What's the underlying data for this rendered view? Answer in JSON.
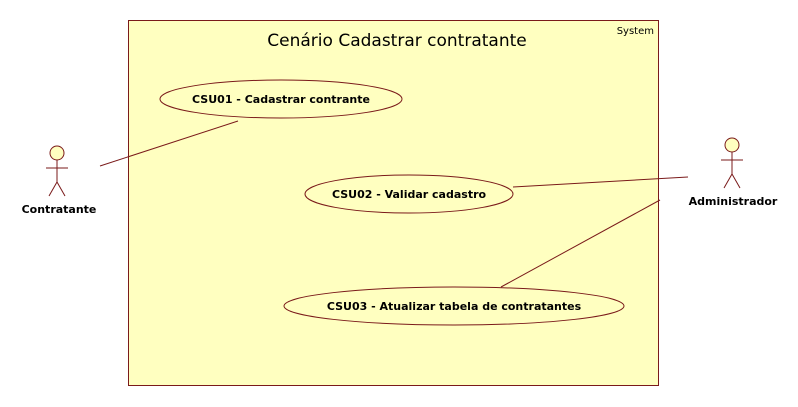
{
  "system": {
    "title": "Cenário Cadastrar contratante",
    "stereotype": "System"
  },
  "actors": {
    "contratante": {
      "label": "Contratante"
    },
    "administrador": {
      "label": "Administrador"
    }
  },
  "use_cases": {
    "csu01": {
      "label": "CSU01 - Cadastrar contrante"
    },
    "csu02": {
      "label": "CSU02 - Validar cadastro"
    },
    "csu03": {
      "label": "CSU03 - Atualizar tabela de contratantes"
    }
  },
  "associations": [
    {
      "from": "Contratante",
      "to": "CSU01 - Cadastrar contrante"
    },
    {
      "from": "Administrador",
      "to": "CSU02 - Validar cadastro"
    },
    {
      "from": "Administrador",
      "to": "CSU03 - Atualizar tabela de contratantes"
    }
  ],
  "colors": {
    "fill": "#ffffc0",
    "stroke": "#7a1a1a"
  }
}
